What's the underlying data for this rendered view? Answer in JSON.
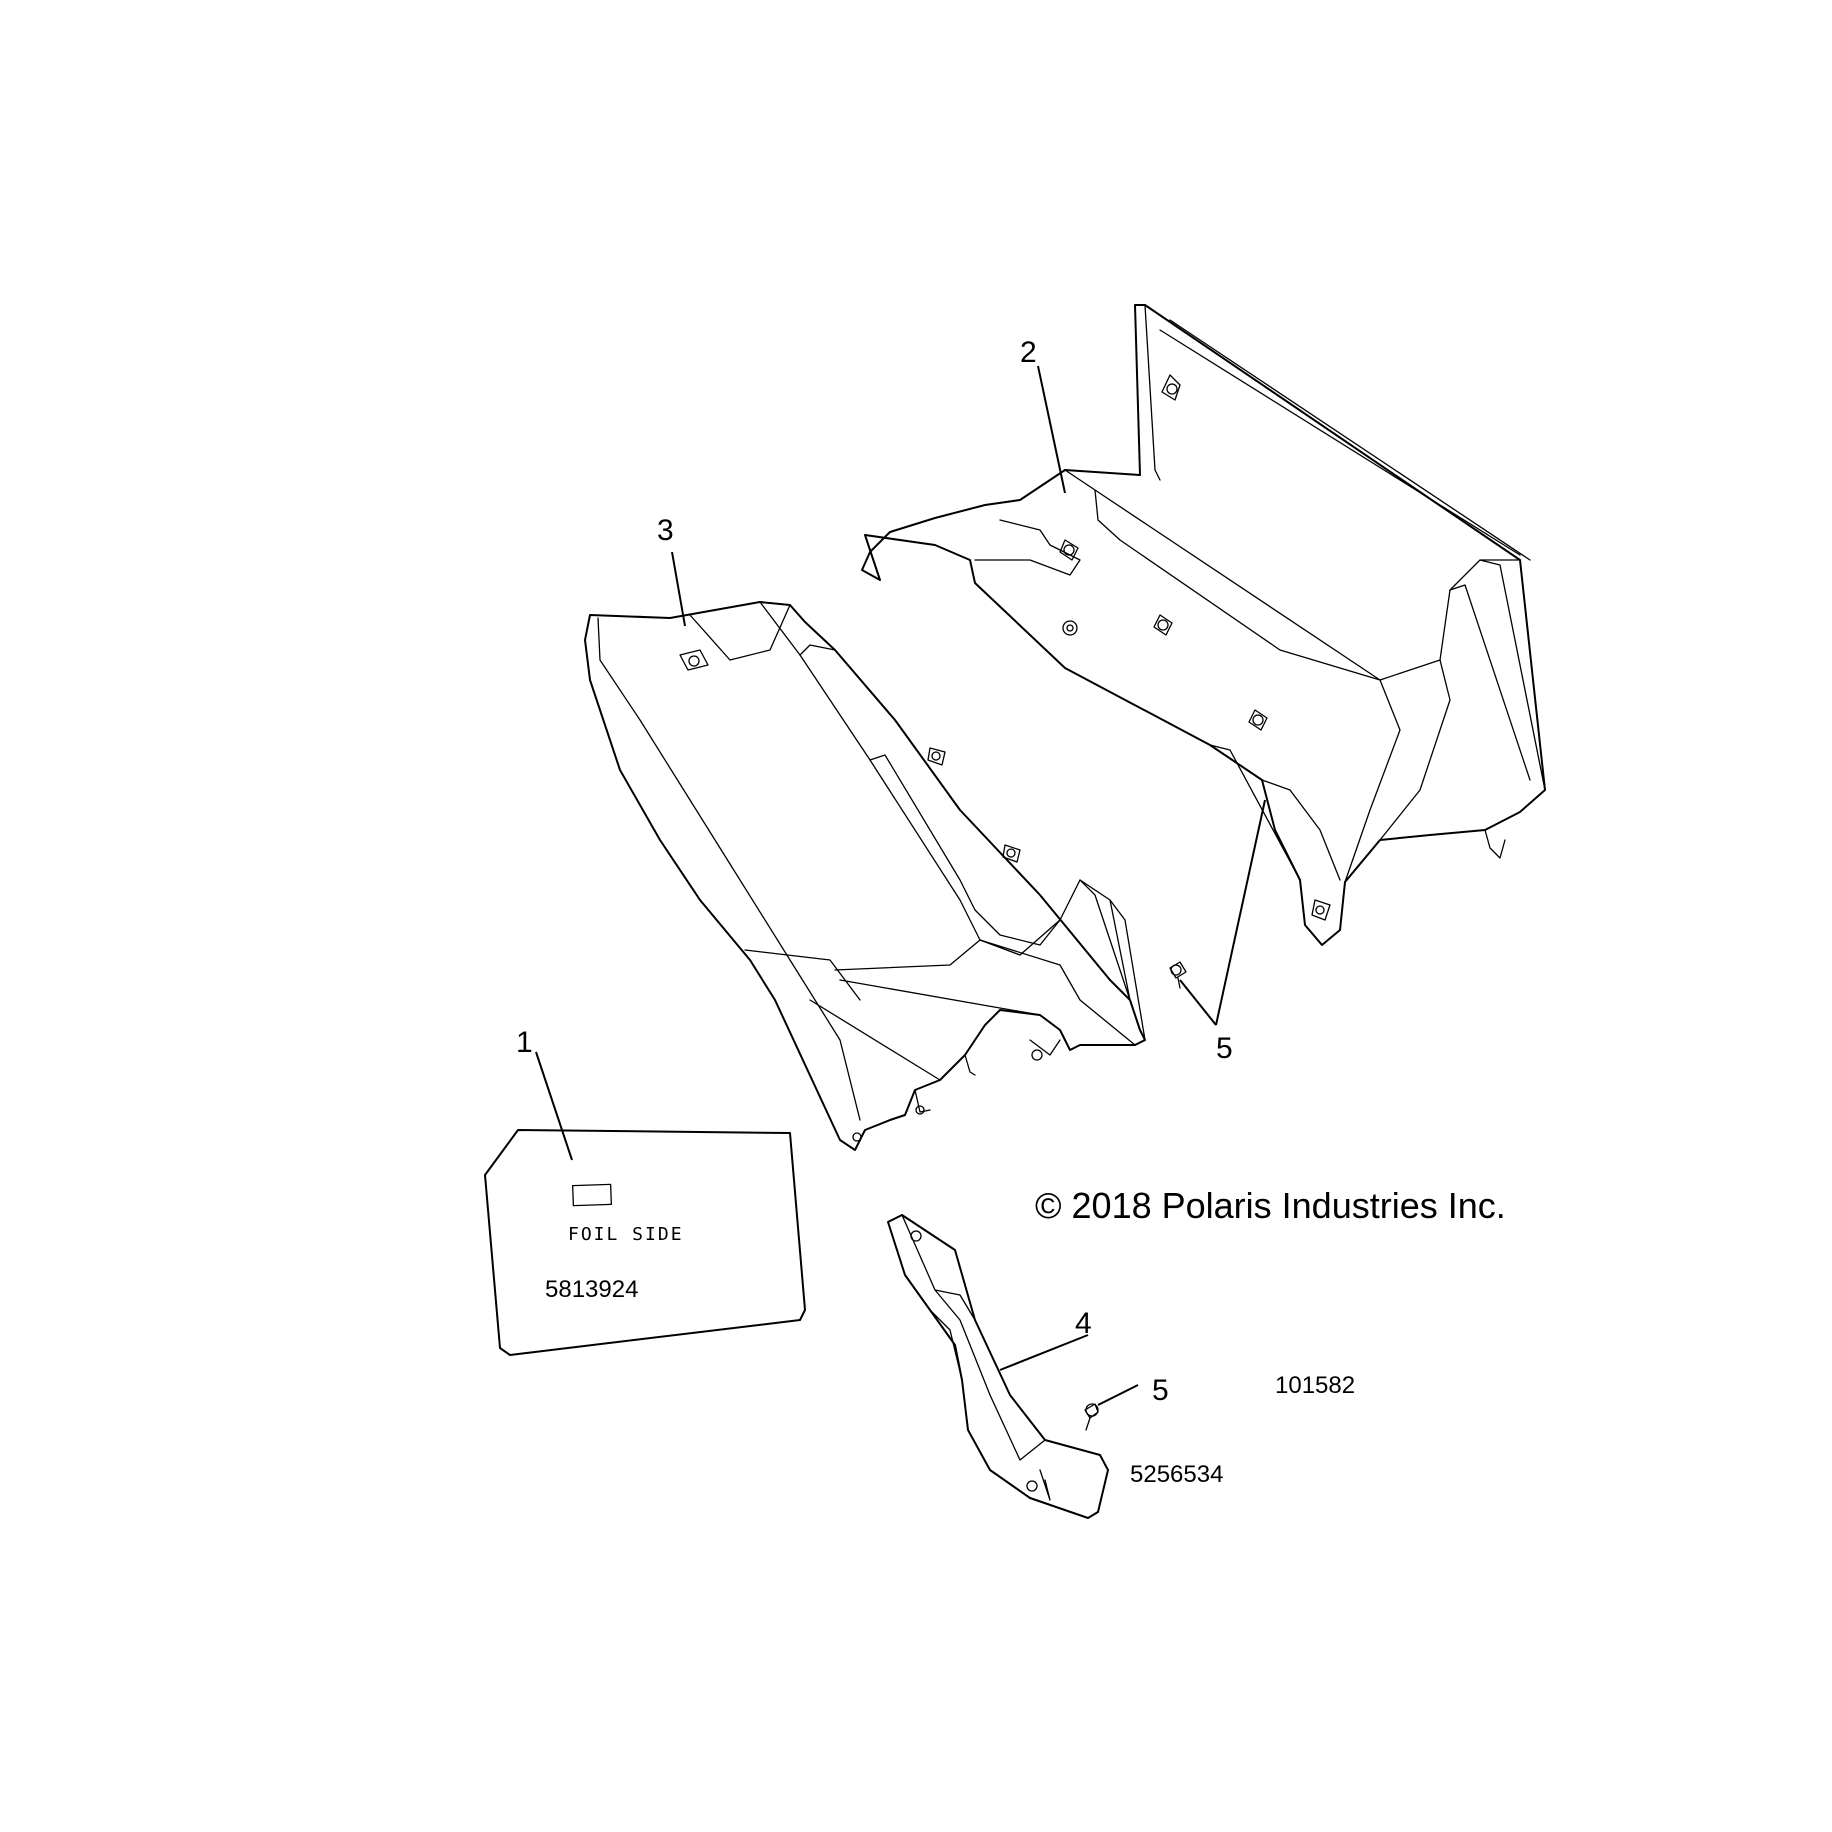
{
  "copyright": "© 2018 Polaris Industries Inc.",
  "diagram_id": "101582",
  "callouts": {
    "c1": "1",
    "c2": "2",
    "c3": "3",
    "c4": "4",
    "c5a": "5",
    "c5b": "5"
  },
  "part_numbers": {
    "heat_shield": "5813924",
    "bracket": "5256534"
  },
  "foil_label": "FOIL SIDE"
}
